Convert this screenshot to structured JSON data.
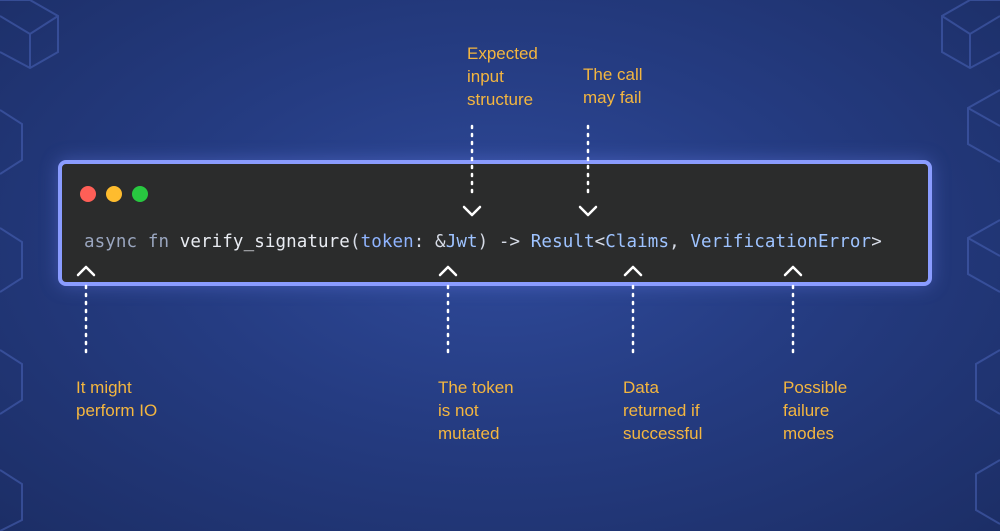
{
  "code": {
    "keyword_async": "async",
    "keyword_fn": "fn",
    "function_name": "verify_signature",
    "open_paren": "(",
    "param_name": "token",
    "param_colon": ": &",
    "param_type": "Jwt",
    "close_arrow": ") -> ",
    "return_type": "Result",
    "generic_open": "<",
    "ok_type": "Claims",
    "generic_sep": ", ",
    "err_type": "VerificationError",
    "generic_close": ">"
  },
  "annotations": {
    "expected_input": "Expected\ninput\nstructure",
    "call_may_fail": "The call\nmay fail",
    "performs_io": "It might\nperform IO",
    "token_not_mutated": "The token\nis not\nmutated",
    "data_returned": "Data\nreturned if\nsuccessful",
    "failure_modes": "Possible\nfailure\nmodes"
  },
  "colors": {
    "annotation": "#f4b63f",
    "window_border": "#8a9cff",
    "window_bg": "#2b2c2c",
    "background": "#253c82"
  }
}
